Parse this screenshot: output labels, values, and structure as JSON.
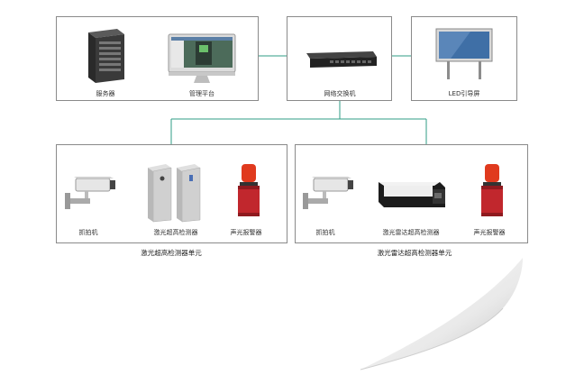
{
  "top": {
    "server_label": "服务器",
    "platform_label": "管理平台",
    "switch_label": "网络交换机",
    "led_label": "LED引导屏"
  },
  "unit_left": {
    "camera_label": "抓拍机",
    "detector_label": "激光超高检测器",
    "alarm_label": "声光报警器",
    "caption": "激光超高检测器单元"
  },
  "unit_right": {
    "camera_label": "抓拍机",
    "detector_label": "激光雷达超高检测器",
    "alarm_label": "声光报警器",
    "caption": "激光雷达超高检测器单元"
  },
  "colors": {
    "connector": "#2f9e86",
    "box_border": "#8a8a8a",
    "alarm_red": "#c1272d"
  }
}
